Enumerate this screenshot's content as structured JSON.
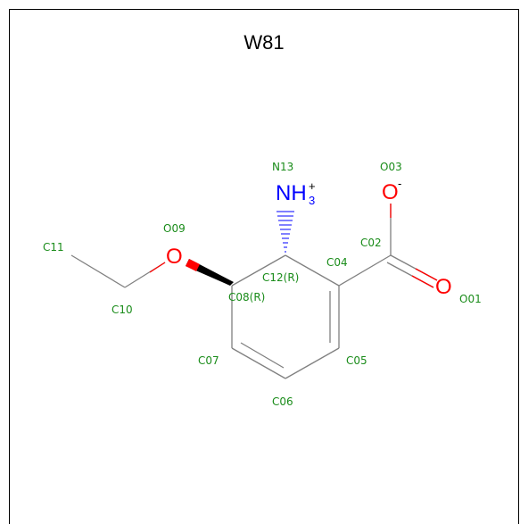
{
  "title": "W81",
  "atoms": {
    "O01": "O01",
    "C02": "C02",
    "O03": "O03",
    "C04": "C04",
    "C05": "C05",
    "C06": "C06",
    "C07": "C07",
    "C08": "C08(R)",
    "O09": "O09",
    "C10": "C10",
    "C11": "C11",
    "C12": "C12(R)",
    "N13": "N13"
  },
  "elements": {
    "oxygen": "O",
    "oxygen_charge": "-",
    "nitrogen": "NH",
    "h_count": "3",
    "n_charge": "+"
  },
  "colors": {
    "bond": "#808080",
    "label": "#1a8c1a",
    "oxygen": "#ff0000",
    "nitrogen": "#0000ff"
  }
}
